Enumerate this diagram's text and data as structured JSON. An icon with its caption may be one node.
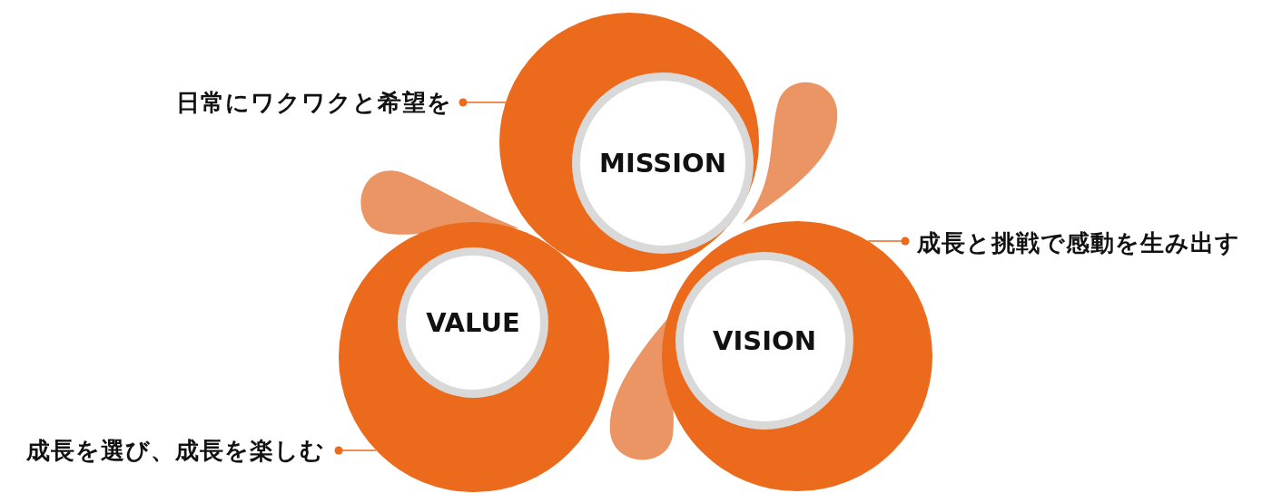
{
  "diagram": {
    "nodes": [
      {
        "text": [],
        "shape": "circle"
      },
      {
        "text": [
          "MISSION"
        ],
        "in": 0
      },
      {
        "text": [],
        "shape": "circle"
      },
      {
        "text": [
          "VALUE"
        ],
        "in": 2
      },
      {
        "text": [],
        "shape": "circle"
      },
      {
        "text": [
          "VISION"
        ],
        "in": 4
      },
      {
        "text": [
          "日常にワクワクと希望を"
        ]
      },
      {
        "text": [
          "成長と挑戦で感動を生み出す"
        ]
      },
      {
        "text": [
          "成長を選び、成長を楽しむ"
        ]
      }
    ],
    "edges": [
      {
        "from": 6,
        "to": 0,
        "arrow": "other"
      },
      {
        "from": 7,
        "to": 4,
        "arrow": "other"
      },
      {
        "from": 8,
        "to": 2,
        "arrow": "other"
      }
    ]
  }
}
